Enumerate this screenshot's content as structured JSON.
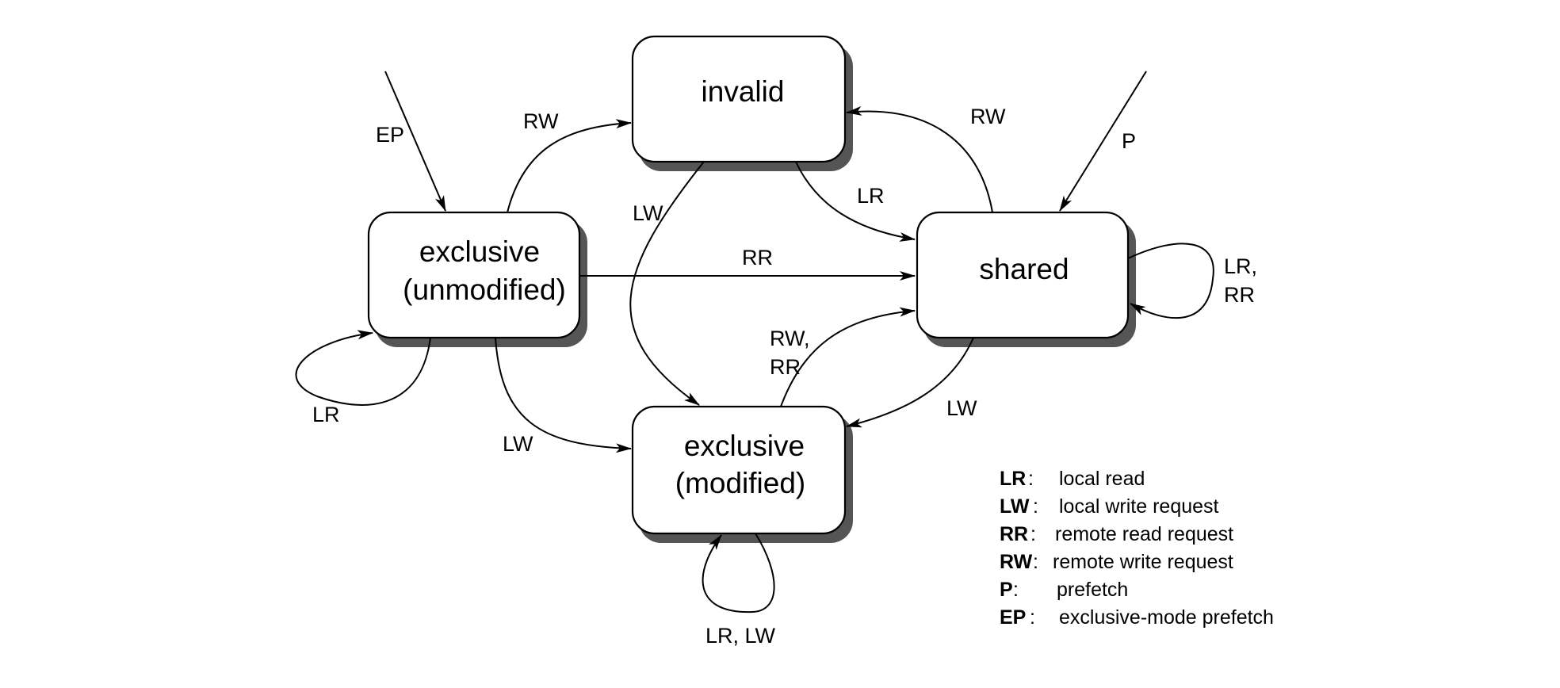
{
  "states": {
    "invalid": {
      "label": "invalid"
    },
    "shared": {
      "label": "shared"
    },
    "exclusive_unmodified": {
      "line1": "exclusive",
      "line2": "(unmodified)"
    },
    "exclusive_modified": {
      "line1": "exclusive",
      "line2": "(modified)"
    }
  },
  "transitions": {
    "ep_entry": "EP",
    "p_entry": "P",
    "eu_to_invalid": "RW",
    "shared_to_invalid": "RW",
    "invalid_to_shared": "LR",
    "invalid_to_em": "LW",
    "eu_to_shared": "RR",
    "em_to_shared": {
      "line1": "RW,",
      "line2": "RR"
    },
    "shared_to_em": "LW",
    "eu_to_em": "LW",
    "eu_self": "LR",
    "shared_self": {
      "line1": "LR,",
      "line2": "RR"
    },
    "em_self": "LR, LW"
  },
  "legend": [
    {
      "abbr": "LR",
      "desc": "local read"
    },
    {
      "abbr": "LW",
      "desc": "local write request"
    },
    {
      "abbr": "RR",
      "desc": "remote read request"
    },
    {
      "abbr": "RW",
      "desc": "remote write request"
    },
    {
      "abbr": "P",
      "desc": "prefetch"
    },
    {
      "abbr": "EP",
      "desc": "exclusive-mode prefetch"
    }
  ]
}
